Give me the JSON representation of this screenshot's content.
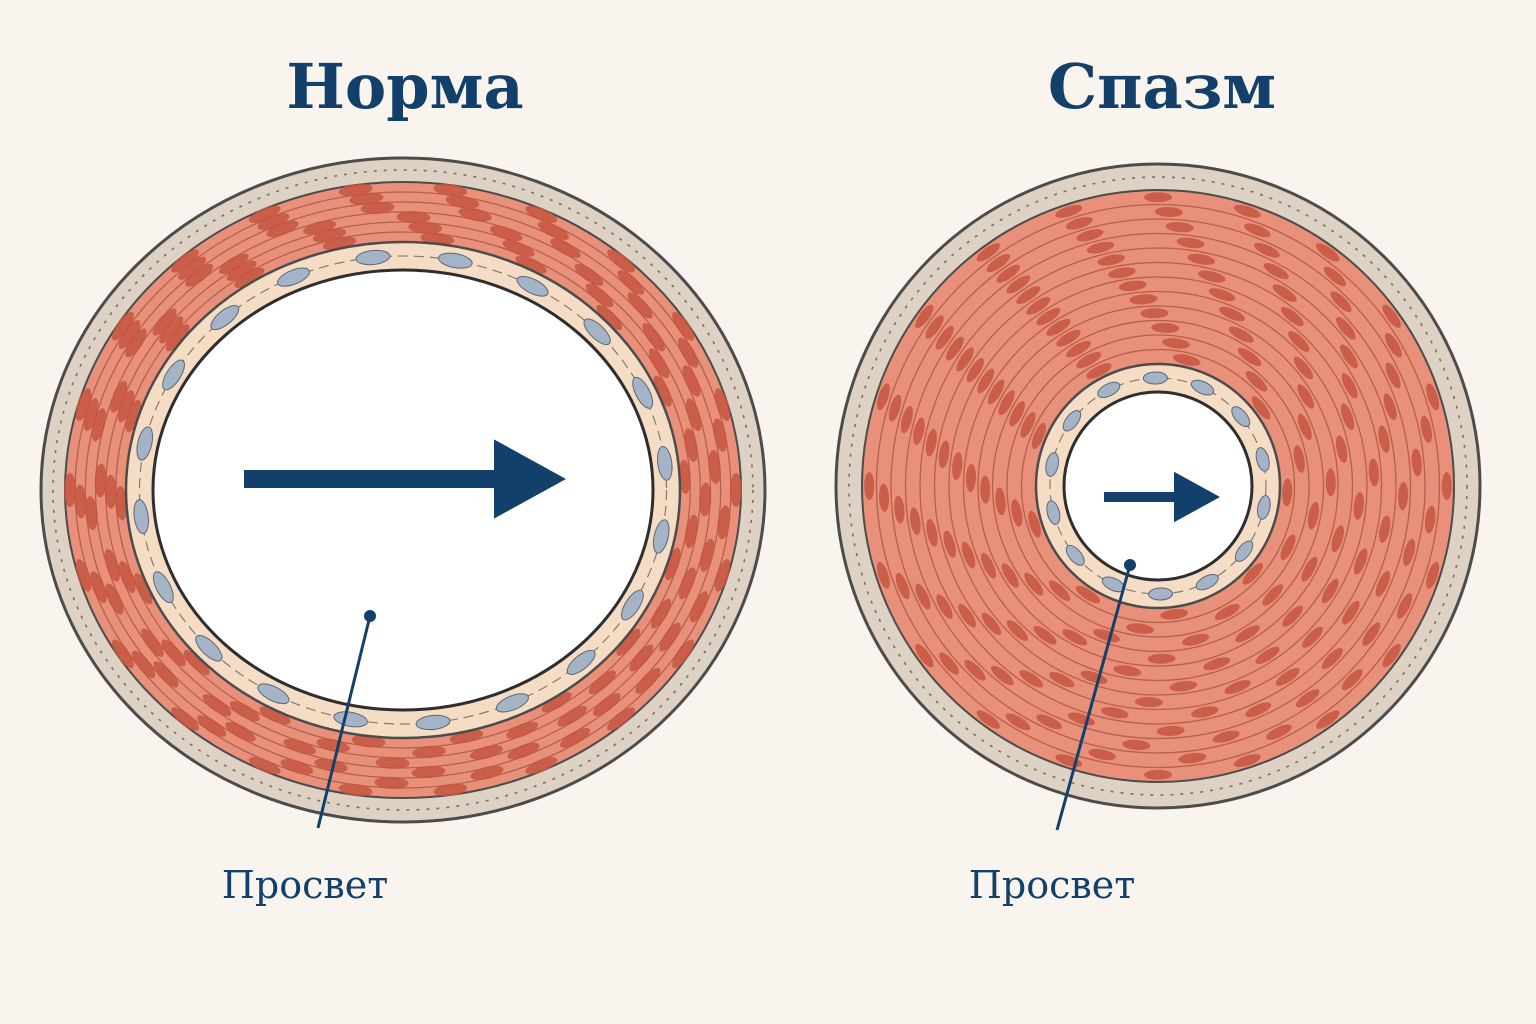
{
  "panels": {
    "normal": {
      "title": "Норма",
      "lumen_label": "Просвет"
    },
    "spasm": {
      "title": "Спазм",
      "lumen_label": "Просвет"
    }
  },
  "colors": {
    "background": "#f9f5ee",
    "adventitia": "#ddd2c4",
    "muscle": "#e8907a",
    "muscle_line": "#a4503e",
    "muscle_nucleus": "#c4563f",
    "intima": "#f5dcc4",
    "endothelial_nucleus": "#a4b4c6",
    "lumen": "#ffffff",
    "accent": "#12406b",
    "outline": "#4c4c4c"
  }
}
